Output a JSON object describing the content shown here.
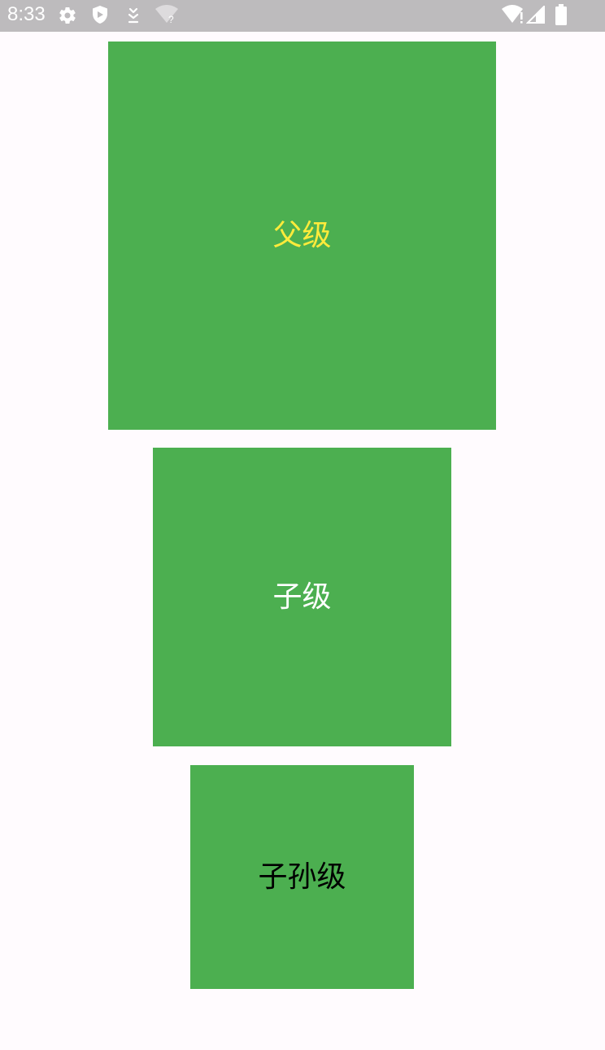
{
  "status_bar": {
    "time": "8:33",
    "icons": [
      "gear-icon",
      "shield-icon",
      "download-icon",
      "wifi-unknown-icon",
      "wifi-alert-icon",
      "cellular-signal-icon",
      "battery-icon"
    ]
  },
  "colors": {
    "status_bar_bg": "#bdbbbd",
    "page_bg": "#fffbfe",
    "box_green": "#4caf50",
    "parent_text": "#ffeb3b",
    "child_text": "#ffffff",
    "grandchild_text": "#000000"
  },
  "boxes": {
    "parent": {
      "label": "父级"
    },
    "child": {
      "label": "子级"
    },
    "grandchild": {
      "label": "子孙级"
    }
  }
}
